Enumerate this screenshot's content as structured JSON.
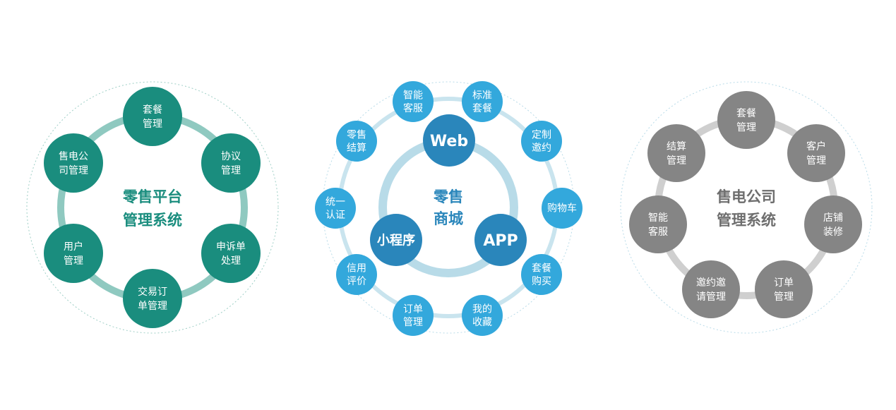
{
  "colors": {
    "teal_node": "#1a8d7e",
    "teal_ring": "#8fc9c0",
    "teal_title": "#1a8d7e",
    "blue_node": "#33a8dc",
    "blue_core": "#2a86bb",
    "blue_ring": "#b8dbe8",
    "blue_title": "#2a86bb",
    "gray_node": "#858585",
    "gray_ring": "#cfcfcf",
    "gray_title": "#6e6e6e",
    "dotted_border": "#9fcfc6"
  },
  "left": {
    "title": [
      "零售平台",
      "管理系统"
    ],
    "nodes": [
      [
        "套餐",
        "管理"
      ],
      [
        "协议",
        "管理"
      ],
      [
        "申诉单",
        "处理"
      ],
      [
        "交易订",
        "单管理"
      ],
      [
        "用户",
        "管理"
      ],
      [
        "售电公",
        "司管理"
      ]
    ]
  },
  "center": {
    "title": [
      "零售",
      "商城"
    ],
    "core": [
      "Web",
      "APP",
      "小程序"
    ],
    "nodes": [
      [
        "智能",
        "客服"
      ],
      [
        "标准",
        "套餐"
      ],
      [
        "定制",
        "邀约"
      ],
      [
        "购物车"
      ],
      [
        "套餐",
        "购买"
      ],
      [
        "我的",
        "收藏"
      ],
      [
        "订单",
        "管理"
      ],
      [
        "信用",
        "评价"
      ],
      [
        "统一",
        "认证"
      ],
      [
        "零售",
        "结算"
      ]
    ]
  },
  "right": {
    "title": [
      "售电公司",
      "管理系统"
    ],
    "nodes": [
      [
        "套餐",
        "管理"
      ],
      [
        "客户",
        "管理"
      ],
      [
        "店铺",
        "装修"
      ],
      [
        "订单",
        "管理"
      ],
      [
        "邀约邀",
        "请管理"
      ],
      [
        "智能",
        "客服"
      ],
      [
        "结算",
        "管理"
      ]
    ]
  }
}
